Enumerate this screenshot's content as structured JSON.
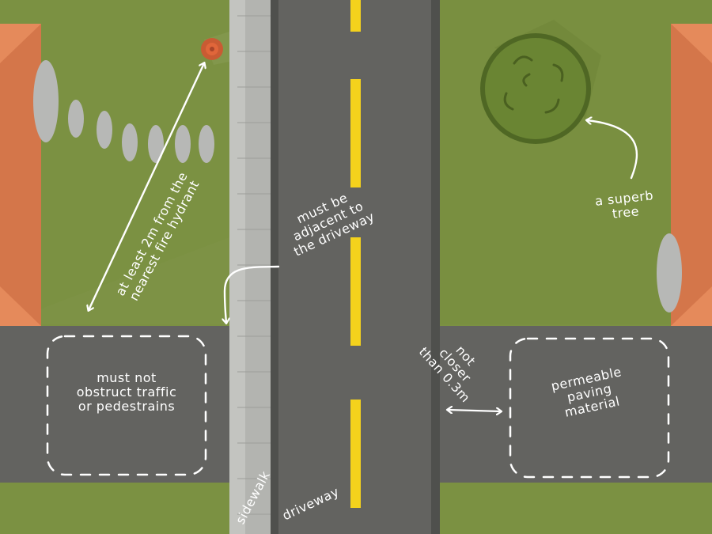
{
  "colors": {
    "grass": "#7b9142",
    "grass_shadow": "#6a7f36",
    "house": "#d4764a",
    "house_trim": "#e58a5b",
    "asphalt": "#636360",
    "sidewalk": "#b3b4b0",
    "road_edge": "#4f504d",
    "lane_marking": "#f4d21c",
    "annotation": "#ffffff",
    "tree": "#5f7a2a",
    "hydrant": "#c95b33"
  },
  "icons": {
    "hydrant": "fire-hydrant-icon",
    "tree": "tree-canopy-icon",
    "stepping_stones": "stepping-stone-icon"
  },
  "annotations": {
    "hydrant_distance": [
      "at least 2m from the",
      "nearest fire hydrant"
    ],
    "adjacent_driveway": [
      "must be",
      "adjacent to",
      "the driveway"
    ],
    "superb_tree": [
      "a superb",
      "tree"
    ],
    "not_closer": [
      "not",
      "closer",
      "than 0.3m"
    ],
    "obstruct": [
      "must not",
      "obstruct traffic",
      "or pedestrains"
    ],
    "permeable": [
      "permeable",
      "paving",
      "material"
    ],
    "sidewalk": "sidewalk",
    "driveway": "driveway"
  }
}
